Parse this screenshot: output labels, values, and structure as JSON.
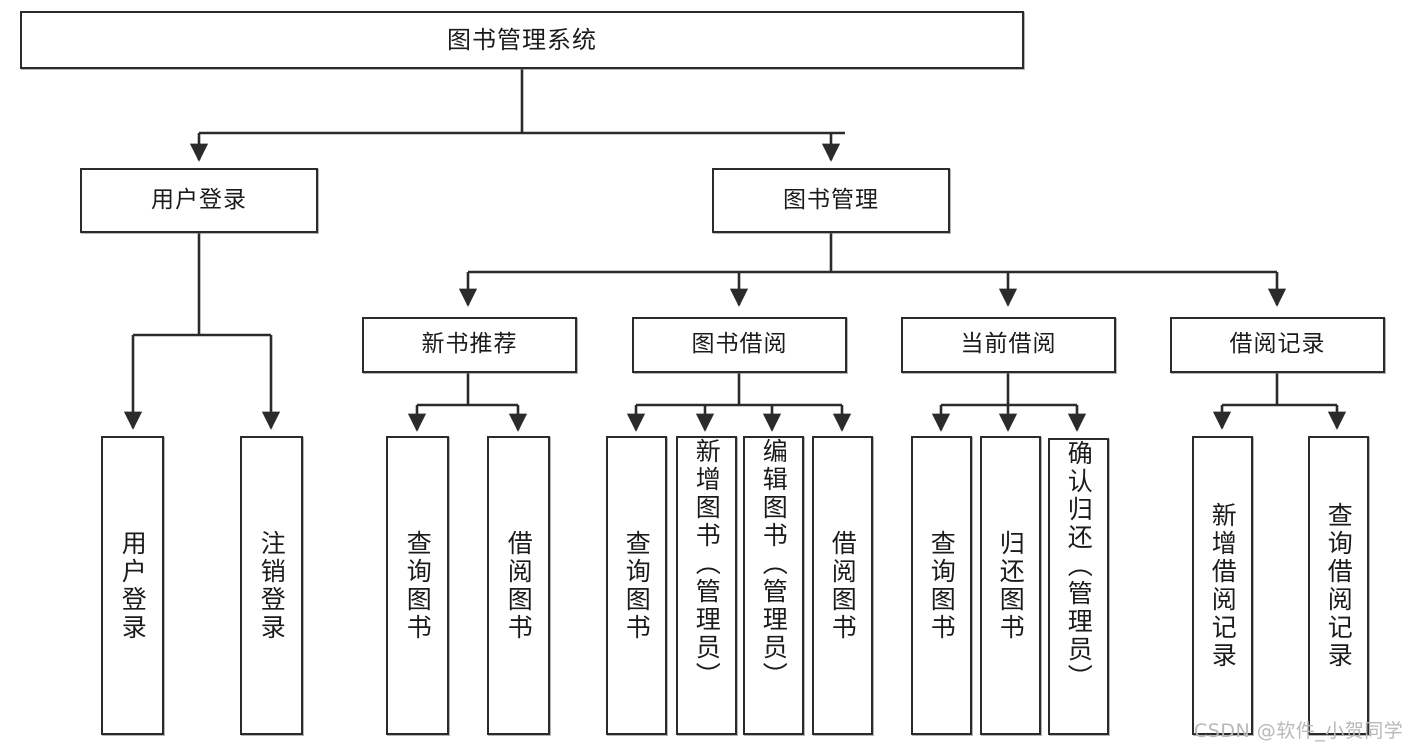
{
  "diagram": {
    "type": "tree-hierarchy-chart",
    "title": "图书管理系统",
    "stroke_color": "#2b2b2b",
    "background_color": "#ffffff",
    "text_color": "#1b1b1b"
  },
  "nodes": {
    "root": {
      "label": "图书管理系统",
      "level": 0
    },
    "level1": [
      {
        "id": "user-login",
        "label": "用户登录"
      },
      {
        "id": "book-manage",
        "label": "图书管理"
      }
    ],
    "level2": [
      {
        "id": "new-book-recommend",
        "label": "新书推荐"
      },
      {
        "id": "book-borrow",
        "label": "图书借阅"
      },
      {
        "id": "current-borrow",
        "label": "当前借阅"
      },
      {
        "id": "borrow-record",
        "label": "借阅记录"
      }
    ],
    "leaves": {
      "user_login": [
        {
          "id": "leaf-user-login",
          "label": "用户登录"
        },
        {
          "id": "leaf-logout-login",
          "label": "注销登录"
        }
      ],
      "new_book_recommend": [
        {
          "id": "leaf-query-book-1",
          "label": "查询图书"
        },
        {
          "id": "leaf-borrow-book-1",
          "label": "借阅图书"
        }
      ],
      "book_borrow": [
        {
          "id": "leaf-query-book-2",
          "label": "查询图书"
        },
        {
          "id": "leaf-add-book",
          "label": "新增图书（管理员）"
        },
        {
          "id": "leaf-edit-book",
          "label": "编辑图书（管理员）"
        },
        {
          "id": "leaf-borrow-book-2",
          "label": "借阅图书"
        }
      ],
      "current_borrow": [
        {
          "id": "leaf-query-book-3",
          "label": "查询图书"
        },
        {
          "id": "leaf-return-book",
          "label": "归还图书"
        },
        {
          "id": "leaf-confirm-return",
          "label": "确认归还（管理员）"
        }
      ],
      "borrow_record": [
        {
          "id": "leaf-add-record",
          "label": "新增借阅记录"
        },
        {
          "id": "leaf-query-record",
          "label": "查询借阅记录"
        }
      ]
    }
  },
  "watermark": {
    "text": "CSDN @软件_小贺同学"
  }
}
